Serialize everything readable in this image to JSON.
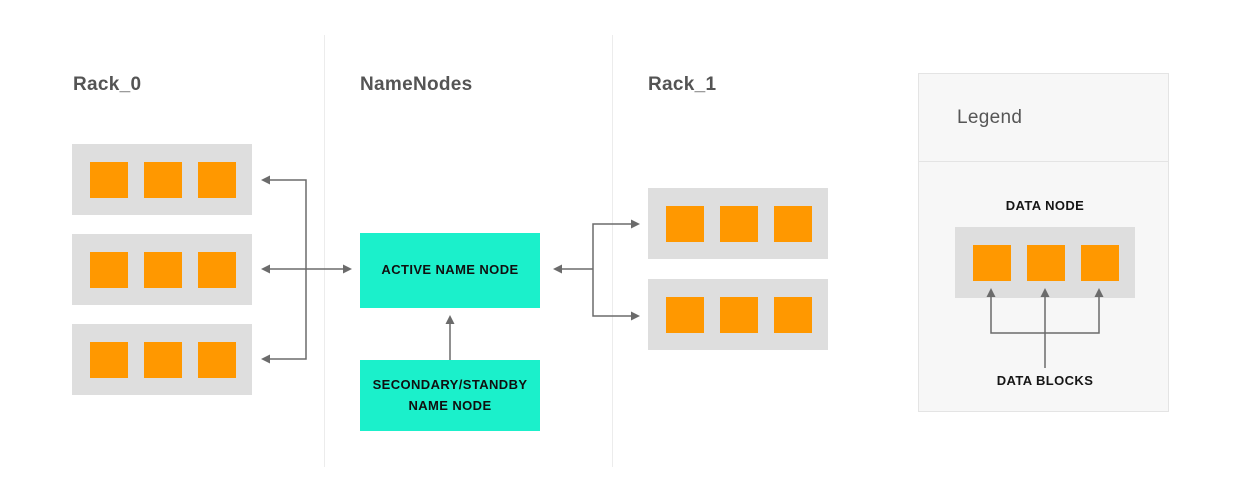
{
  "diagram": {
    "rack0": {
      "title": "Rack_0",
      "node_rows": 3,
      "blocks_per_node": 3
    },
    "namenodes": {
      "title": "NameNodes",
      "active_label": "ACTIVE NAME NODE",
      "secondary_label": "SECONDARY/STANDBY NAME NODE"
    },
    "rack1": {
      "title": "Rack_1",
      "node_rows": 2,
      "blocks_per_node": 3
    },
    "legend": {
      "title": "Legend",
      "data_node_label": "DATA NODE",
      "data_blocks_label": "DATA BLOCKS"
    }
  },
  "colors": {
    "block_orange": "#ff9800",
    "node_teal": "#1bf0cb",
    "rack_gray": "#dedede",
    "arrow_gray": "#6b6b6b",
    "title_gray": "#545454",
    "legend_bg": "#f7f7f7",
    "legend_border": "#e4e4e4",
    "divider": "#ececec"
  }
}
